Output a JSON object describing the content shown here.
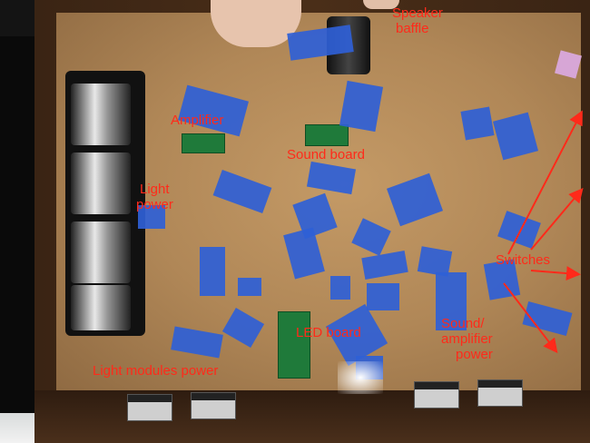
{
  "labels": {
    "speaker_baffle": [
      "Speaker",
      "baffle"
    ],
    "amplifier": "Amplifier",
    "sound_board": "Sound board",
    "light_power": [
      "Light",
      "power"
    ],
    "switches": "Switches",
    "led_board": "LED board",
    "sound_amplifier_power": [
      "Sound/",
      "amplifier",
      "power"
    ],
    "light_modules_power": "Light modules power"
  },
  "colors": {
    "annotation": "#ff2a1a",
    "tape": "#2f5fd6",
    "board": "#b08757",
    "frame": "#4a2e18"
  }
}
